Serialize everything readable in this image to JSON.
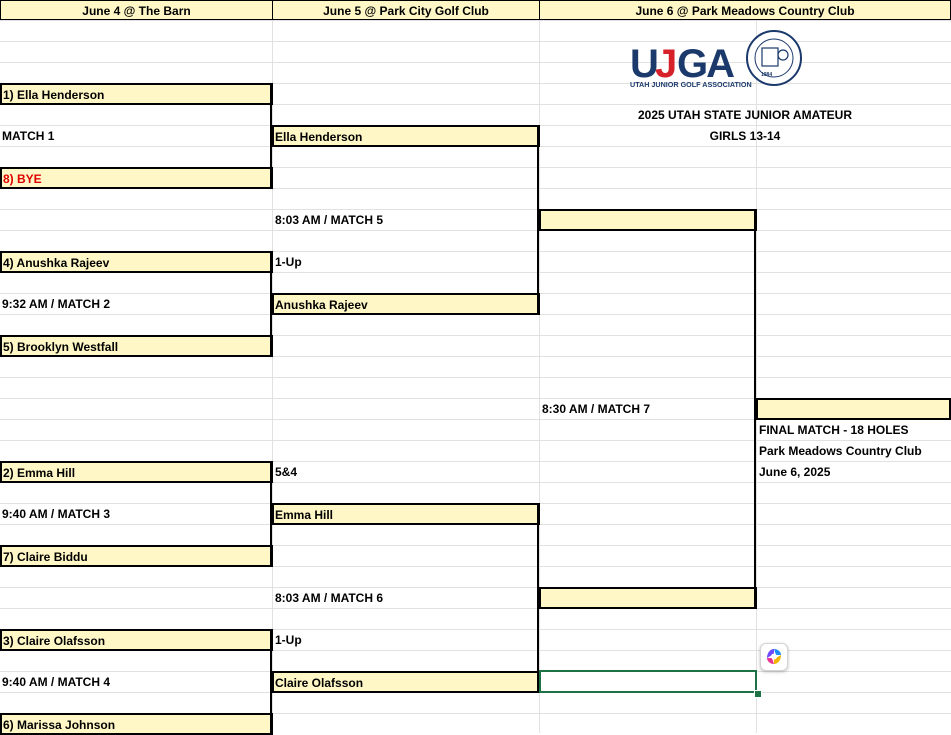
{
  "columns": [
    {
      "header": "June 4 @ The Barn"
    },
    {
      "header": "June 5 @ Park City Golf Club"
    },
    {
      "header": "June 6 @ Park Meadows Country Club"
    }
  ],
  "logo": {
    "abbr": "UJGA",
    "ring_text": "UTAH JUNIOR GOLF ASSOCIATION",
    "ring_year": "1984",
    "org_name": "UTAH JUNIOR GOLF ASSOCIATION",
    "colors": {
      "navy": "#1b3a6b",
      "red": "#d6202a"
    }
  },
  "event": {
    "title": "2025 UTAH STATE JUNIOR AMATEUR",
    "division": "GIRLS 13-14"
  },
  "round1": {
    "seeds": [
      {
        "label": "1)   Ella Henderson"
      },
      {
        "label": "8) BYE",
        "color": "#e00000"
      },
      {
        "label": "4)   Anushka Rajeev"
      },
      {
        "label": "5)  Brooklyn Westfall"
      },
      {
        "label": "2)    Emma Hill"
      },
      {
        "label": "7)   Claire Biddu"
      },
      {
        "label": "3)   Claire Olafsson"
      },
      {
        "label": "6)  Marissa Johnson"
      }
    ],
    "match_labels": [
      "MATCH 1",
      "9:32 AM / MATCH 2",
      "9:40 AM / MATCH 3",
      "9:40 AM / MATCH 4"
    ]
  },
  "round2": {
    "winners": [
      "Ella Henderson",
      "Anushka Rajeev",
      "Emma Hill",
      "Claire Olafsson"
    ],
    "matches": [
      {
        "label": "8:03 AM / MATCH 5",
        "result_a": "1-Up",
        "result_b": ""
      },
      {
        "label": "8:03 AM / MATCH 6",
        "result_a": "5&4",
        "result_b": "1-Up"
      }
    ]
  },
  "round3": {
    "winners": [
      "",
      ""
    ],
    "match_label": "8:30 AM / MATCH 7"
  },
  "final": {
    "winner": "",
    "title": "FINAL MATCH - 18 HOLES",
    "venue": "Park Meadows Country Club",
    "date": "June 6, 2025"
  },
  "copilot": {
    "icon": "copilot-icon"
  }
}
